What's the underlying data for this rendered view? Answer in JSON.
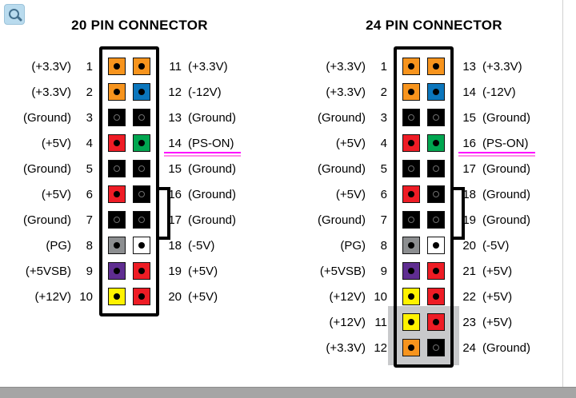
{
  "viewer": {
    "zoom_icon": "magnifier-icon"
  },
  "colors": {
    "orange": "#F7941D",
    "blue": "#0B76BC",
    "black": "#000000",
    "red": "#EE1C25",
    "green": "#00A650",
    "gray": "#8C8E90",
    "purple": "#5F2D91",
    "yellow": "#FFF200",
    "white": "#FFFFFF",
    "highlight": "#FF00FF",
    "added_pins_background": "#C8C9CB"
  },
  "connectors": [
    {
      "title": "20 PIN CONNECTOR",
      "rows": [
        {
          "left_label": "(+3.3V)",
          "left_pin": "1",
          "left_color": "orange",
          "right_pin": "11",
          "right_label": "(+3.3V)",
          "right_color": "orange",
          "highlight": false,
          "added": false
        },
        {
          "left_label": "(+3.3V)",
          "left_pin": "2",
          "left_color": "orange",
          "right_pin": "12",
          "right_label": "(-12V)",
          "right_color": "blue",
          "highlight": false,
          "added": false
        },
        {
          "left_label": "(Ground)",
          "left_pin": "3",
          "left_color": "black",
          "right_pin": "13",
          "right_label": "(Ground)",
          "right_color": "black",
          "highlight": false,
          "added": false
        },
        {
          "left_label": "(+5V)",
          "left_pin": "4",
          "left_color": "red",
          "right_pin": "14",
          "right_label": "(PS-ON)",
          "right_color": "green",
          "highlight": true,
          "added": false
        },
        {
          "left_label": "(Ground)",
          "left_pin": "5",
          "left_color": "black",
          "right_pin": "15",
          "right_label": "(Ground)",
          "right_color": "black",
          "highlight": false,
          "added": false
        },
        {
          "left_label": "(+5V)",
          "left_pin": "6",
          "left_color": "red",
          "right_pin": "16",
          "right_label": "(Ground)",
          "right_color": "black",
          "highlight": false,
          "added": false
        },
        {
          "left_label": "(Ground)",
          "left_pin": "7",
          "left_color": "black",
          "right_pin": "17",
          "right_label": "(Ground)",
          "right_color": "black",
          "highlight": false,
          "added": false
        },
        {
          "left_label": "(PG)",
          "left_pin": "8",
          "left_color": "gray",
          "right_pin": "18",
          "right_label": "(-5V)",
          "right_color": "white",
          "highlight": false,
          "added": false
        },
        {
          "left_label": "(+5VSB)",
          "left_pin": "9",
          "left_color": "purple",
          "right_pin": "19",
          "right_label": "(+5V)",
          "right_color": "red",
          "highlight": false,
          "added": false
        },
        {
          "left_label": "(+12V)",
          "left_pin": "10",
          "left_color": "yellow",
          "right_pin": "20",
          "right_label": "(+5V)",
          "right_color": "red",
          "highlight": false,
          "added": false
        }
      ]
    },
    {
      "title": "24 PIN CONNECTOR",
      "rows": [
        {
          "left_label": "(+3.3V)",
          "left_pin": "1",
          "left_color": "orange",
          "right_pin": "13",
          "right_label": "(+3.3V)",
          "right_color": "orange",
          "highlight": false,
          "added": false
        },
        {
          "left_label": "(+3.3V)",
          "left_pin": "2",
          "left_color": "orange",
          "right_pin": "14",
          "right_label": "(-12V)",
          "right_color": "blue",
          "highlight": false,
          "added": false
        },
        {
          "left_label": "(Ground)",
          "left_pin": "3",
          "left_color": "black",
          "right_pin": "15",
          "right_label": "(Ground)",
          "right_color": "black",
          "highlight": false,
          "added": false
        },
        {
          "left_label": "(+5V)",
          "left_pin": "4",
          "left_color": "red",
          "right_pin": "16",
          "right_label": "(PS-ON)",
          "right_color": "green",
          "highlight": true,
          "added": false
        },
        {
          "left_label": "(Ground)",
          "left_pin": "5",
          "left_color": "black",
          "right_pin": "17",
          "right_label": "(Ground)",
          "right_color": "black",
          "highlight": false,
          "added": false
        },
        {
          "left_label": "(+5V)",
          "left_pin": "6",
          "left_color": "red",
          "right_pin": "18",
          "right_label": "(Ground)",
          "right_color": "black",
          "highlight": false,
          "added": false
        },
        {
          "left_label": "(Ground)",
          "left_pin": "7",
          "left_color": "black",
          "right_pin": "19",
          "right_label": "(Ground)",
          "right_color": "black",
          "highlight": false,
          "added": false
        },
        {
          "left_label": "(PG)",
          "left_pin": "8",
          "left_color": "gray",
          "right_pin": "20",
          "right_label": "(-5V)",
          "right_color": "white",
          "highlight": false,
          "added": false
        },
        {
          "left_label": "(+5VSB)",
          "left_pin": "9",
          "left_color": "purple",
          "right_pin": "21",
          "right_label": "(+5V)",
          "right_color": "red",
          "highlight": false,
          "added": false
        },
        {
          "left_label": "(+12V)",
          "left_pin": "10",
          "left_color": "yellow",
          "right_pin": "22",
          "right_label": "(+5V)",
          "right_color": "red",
          "highlight": false,
          "added": false
        },
        {
          "left_label": "(+12V)",
          "left_pin": "11",
          "left_color": "yellow",
          "right_pin": "23",
          "right_label": "(+5V)",
          "right_color": "red",
          "highlight": false,
          "added": true
        },
        {
          "left_label": "(+3.3V)",
          "left_pin": "12",
          "left_color": "orange",
          "right_pin": "24",
          "right_label": "(Ground)",
          "right_color": "black",
          "highlight": false,
          "added": true
        }
      ]
    }
  ]
}
